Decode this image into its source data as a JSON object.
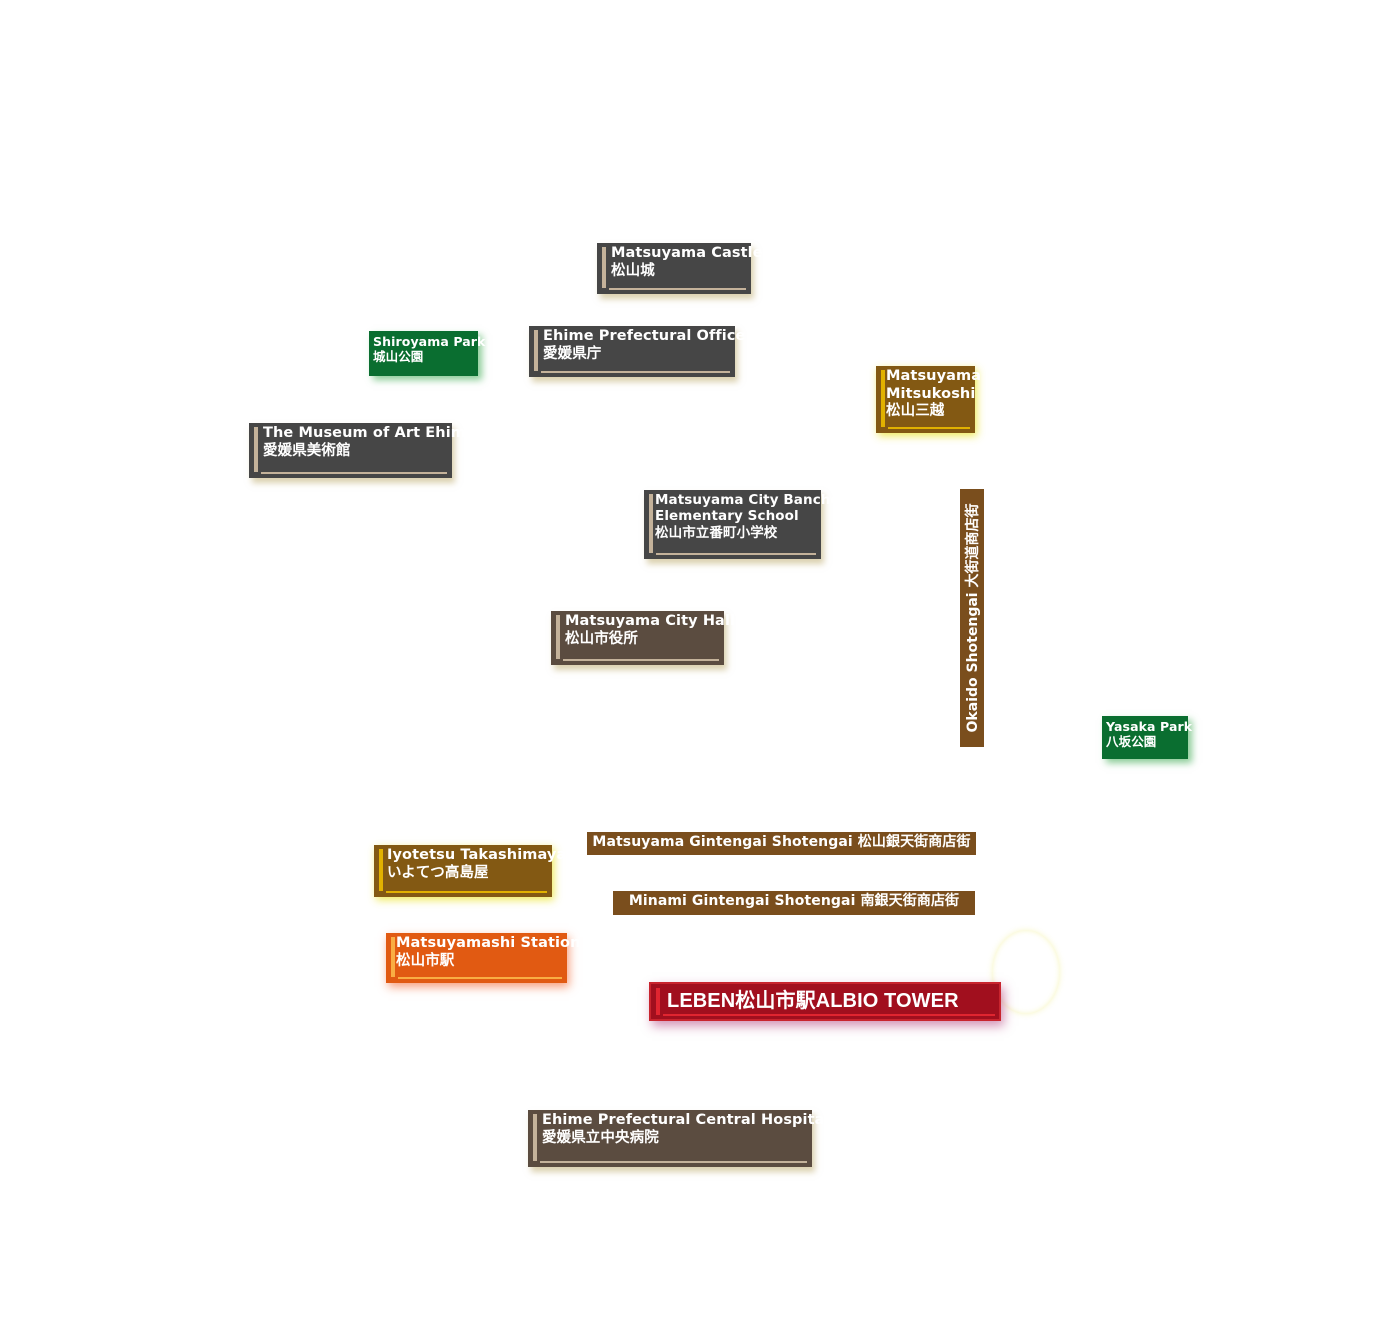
{
  "labels": {
    "castle": {
      "en": "Matsuyama Castle",
      "ja": "松山城"
    },
    "pref_office": {
      "en": "Ehime Prefectural Office",
      "ja": "愛媛県庁"
    },
    "shiroyama": {
      "en": "Shiroyama Park",
      "ja": "城山公園"
    },
    "mitsukoshi": {
      "en1": "Matsuyama",
      "en2": "Mitsukoshi",
      "ja": "松山三越"
    },
    "museum": {
      "en": "The Museum of Art Ehime",
      "ja": "愛媛県美術館"
    },
    "bancho": {
      "en1": "Matsuyama City Bancho",
      "en2": "Elementary School",
      "ja": "松山市立番町小学校"
    },
    "okaido": {
      "text": "Okaido Shotengai  大街道商店街"
    },
    "city_hall": {
      "en": "Matsuyama City Hall",
      "ja": "松山市役所"
    },
    "yasaka": {
      "en": "Yasaka Park",
      "ja": "八坂公園"
    },
    "gintengai": {
      "text": "Matsuyama Gintengai Shotengai 松山銀天街商店街"
    },
    "takashimaya": {
      "en": "Iyotetsu Takashimaya",
      "ja": "いよてつ高島屋"
    },
    "minami": {
      "text": "Minami Gintengai Shotengai  南銀天街商店街"
    },
    "station": {
      "en": "Matsuyamashi Station",
      "ja": "松山市駅"
    },
    "leben": {
      "text": "LEBEN松山市駅ALBIO TOWER"
    },
    "hospital": {
      "en": "Ehime Prefectural Central Hospital",
      "ja": "愛媛県立中央病院"
    }
  },
  "colors": {
    "building_grey": "#464646",
    "building_brown": "#5b4c40",
    "commercial_gold": "#835913",
    "park_green": "#0a6e30",
    "street_brown": "#7a4e1d",
    "station_orange": "#e15a12",
    "property_red": "#a10f1e"
  }
}
